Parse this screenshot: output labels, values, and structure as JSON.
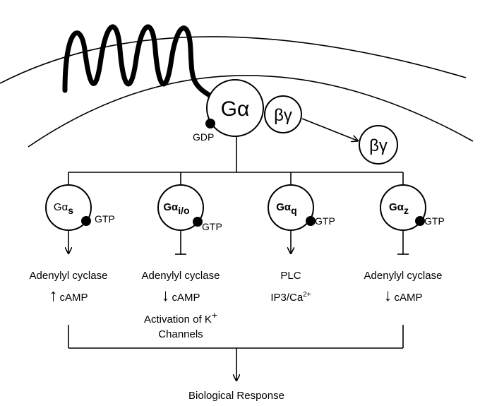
{
  "diagram": {
    "center_protein": {
      "base": "G",
      "alpha": "α",
      "gdp": "GDP"
    },
    "beta_gamma": {
      "label": "βγ"
    },
    "beta_gamma_released": {
      "label": "βγ"
    },
    "subunits": [
      {
        "base": "Gα",
        "sub": "s",
        "gtp": "GTP",
        "effect": "Adenylyl cyclase",
        "arrow": "↑",
        "second": "cAMP"
      },
      {
        "base": "Gα",
        "sub": "i/o",
        "gtp": "GTP",
        "effect": "Adenylyl cyclase",
        "arrow": "↓",
        "second": "cAMP",
        "extra_line1": "Activation of K",
        "extra_sup": "+",
        "extra_line2": "Channels"
      },
      {
        "base": "Gα",
        "sub": "q",
        "gtp": "GTP",
        "effect": "PLC",
        "second_base": "IP3/Ca",
        "second_sup": "2+"
      },
      {
        "base": "Gα",
        "sub": "z",
        "gtp": "GTP",
        "effect": "Adenylyl cyclase",
        "arrow": "↓",
        "second": "cAMP"
      }
    ],
    "output": "Biological Response"
  }
}
